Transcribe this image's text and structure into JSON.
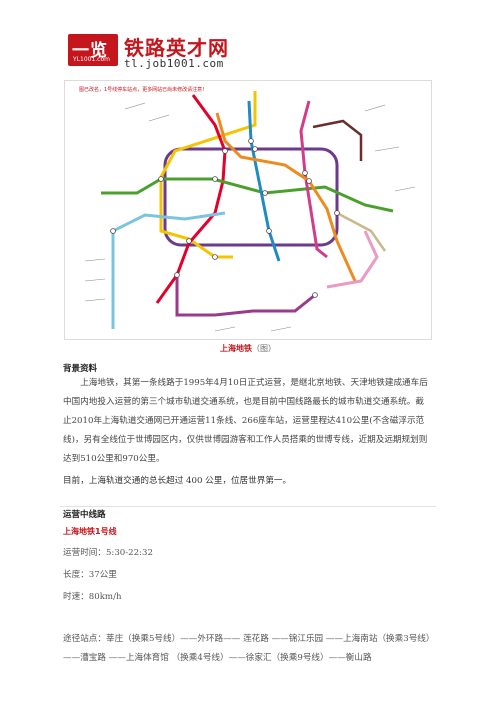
{
  "logo": {
    "mark": "一览",
    "mark_sub": "YL1001.com",
    "title": "铁路英才网",
    "url": "tl.job1001.com"
  },
  "map": {
    "notice": "图已改名，1号线停车站点，更多网站已尚未修改请注意！",
    "line_colors": {
      "line1": "#e4002b",
      "line2": "#4ba02d",
      "line3": "#f5c400",
      "line4": "#6b3a8a",
      "line5": "#9a3a8a",
      "line6": "#d23c8a",
      "line7": "#ec8b1e",
      "line8": "#1e8bc3",
      "line9": "#7ac4e0",
      "line10": "#c8b88a",
      "line11": "#6b2c2c",
      "line13": "#ec9ac2"
    }
  },
  "caption": {
    "title": "上海地铁",
    "suffix": "（图）"
  },
  "background": {
    "heading": "背景资料",
    "paragraph": "上海地铁，其第一条线路于1995年4月10日正式运营，是继北京地铁、天津地铁建成通车后中国内地投入运营的第三个城市轨道交通系统，也是目前中国线路最长的城市轨道交通系统。截止2010年上海轨道交通网已开通运营11条线、266座车站，运营里程达410公里(不含磁浮示范线)，另有全线位于世博园区内，仅供世博园游客和工作人员搭乘的世博专线，近期及远期规划则达到510公里和970公里。",
    "summary": "目前，上海轨道交通的总长超过 400 公里，位居世界第一。"
  },
  "operating": {
    "heading": "运营中线路",
    "line_title": "上海地铁1号线",
    "hours": "运营时间：5:30-22:32",
    "length": "长度：37公里",
    "speed": "时速：80km/h",
    "stops": "途径站点：莘庄（换乘5号线）——外环路—— 莲花路 ——锦江乐园 ——上海南站（换乘3号线）——漕宝路 ——上海体育馆 （换乘4号线）——徐家汇（换乘9号线）——衡山路"
  }
}
